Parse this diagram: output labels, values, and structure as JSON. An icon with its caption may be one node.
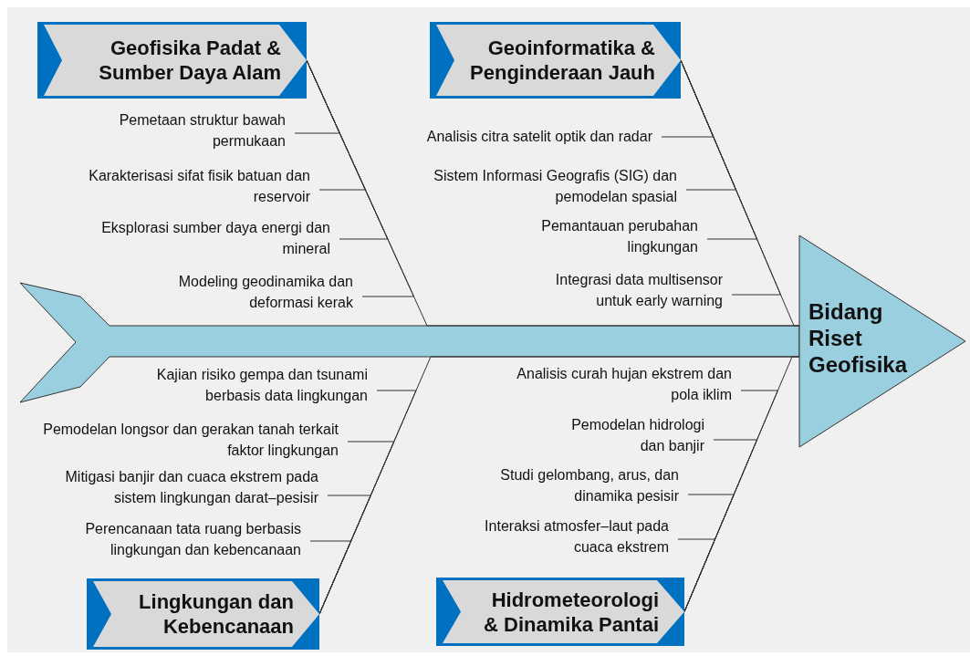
{
  "diagram": {
    "nodes": [
      {
        "text": [
          "Geofisika Padat & Sumber Daya Alam"
        ]
      },
      {
        "text": [
          "Pemetaan struktur bawah permukaan"
        ]
      },
      {
        "text": [
          "Karakterisasi sifat fisik batuan dan reservoir"
        ]
      },
      {
        "text": [
          "Eksplorasi sumber daya energi dan mineral"
        ]
      },
      {
        "text": [
          "Modeling geodinamika dan deformasi kerak"
        ]
      },
      {
        "text": [
          "Geoinformatika & Penginderaan Jauh"
        ]
      },
      {
        "text": [
          "Analisis citra satelit optik dan radar"
        ]
      },
      {
        "text": [
          "Sistem Informasi Geografis (SIG) dan pemodelan spasial"
        ]
      },
      {
        "text": [
          "Pemantauan perubahan lingkungan"
        ]
      },
      {
        "text": [
          "Integrasi data multisensor untuk early warning"
        ]
      },
      {
        "text": [
          "Bidang Riset Geofisika"
        ]
      },
      {
        "text": [
          "Kajian risiko gempa dan tsunami berbasis data lingkungan"
        ]
      },
      {
        "text": [
          "Pemodelan longsor dan gerakan tanah terkait faktor lingkungan"
        ]
      },
      {
        "text": [
          "Mitigasi banjir dan cuaca ekstrem pada sistem lingkungan darat–pesisir"
        ]
      },
      {
        "text": [
          "Perencanaan tata ruang berbasis lingkungan dan kebencanaan"
        ]
      },
      {
        "text": [
          "Lingkungan dan Kebencanaan"
        ]
      },
      {
        "text": [
          "Analisis curah hujan ekstrem dan pola iklim"
        ]
      },
      {
        "text": [
          "Pemodelan hidrologi dan banjir"
        ]
      },
      {
        "text": [
          "Studi gelombang, arus, dan dinamika pesisir"
        ]
      },
      {
        "text": [
          "Interaksi atmosfer–laut pada cuaca ekstrem"
        ]
      },
      {
        "text": [
          "Hidrometeorologi & Dinamika Pantai"
        ]
      }
    ],
    "edges": [
      {
        "from": 0,
        "to": 10,
        "arrow": "none"
      },
      {
        "from": 1,
        "to": 0,
        "arrow": "none"
      },
      {
        "from": 2,
        "to": 0,
        "arrow": "none"
      },
      {
        "from": 3,
        "to": 0,
        "arrow": "none"
      },
      {
        "from": 4,
        "to": 0,
        "arrow": "none"
      },
      {
        "from": 5,
        "to": 10,
        "arrow": "none"
      },
      {
        "from": 6,
        "to": 5,
        "arrow": "none"
      },
      {
        "from": 7,
        "to": 5,
        "arrow": "none"
      },
      {
        "from": 8,
        "to": 5,
        "arrow": "none"
      },
      {
        "from": 9,
        "to": 5,
        "arrow": "none"
      },
      {
        "from": 15,
        "to": 10,
        "arrow": "none"
      },
      {
        "from": 11,
        "to": 15,
        "arrow": "none"
      },
      {
        "from": 12,
        "to": 15,
        "arrow": "none"
      },
      {
        "from": 13,
        "to": 15,
        "arrow": "none"
      },
      {
        "from": 14,
        "to": 15,
        "arrow": "none"
      },
      {
        "from": 20,
        "to": 10,
        "arrow": "none"
      },
      {
        "from": 16,
        "to": 20,
        "arrow": "none"
      },
      {
        "from": 17,
        "to": 20,
        "arrow": "none"
      },
      {
        "from": 18,
        "to": 20,
        "arrow": "none"
      },
      {
        "from": 19,
        "to": 20,
        "arrow": "none"
      }
    ]
  }
}
